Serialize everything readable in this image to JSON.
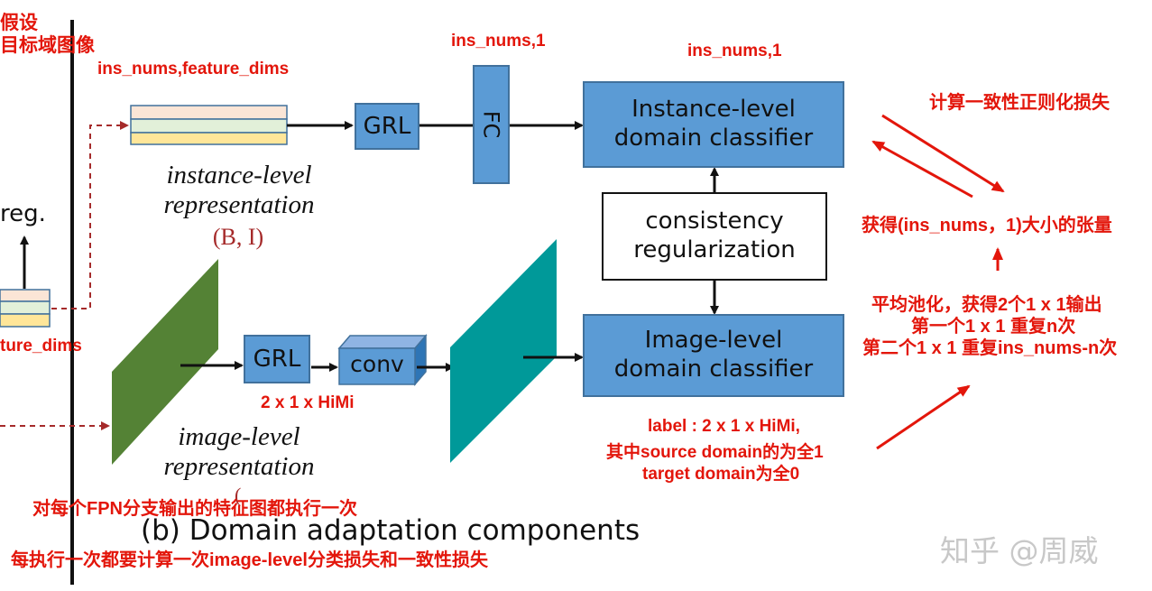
{
  "notes": {
    "assume": "假设",
    "target_domain_image": "目标域图像",
    "compute_consistency_loss": "计算一致性正则化损失",
    "get_tensor": "获得(ins_nums，1)大小的张量",
    "avg_pool": "平均池化，获得2个1 x 1输出",
    "first_repeat": "第一个1 x 1 重复n次",
    "second_repeat": "第二个1 x 1 重复ins_nums-n次",
    "label_line1": "label : 2 x 1 x HiMi,",
    "label_line2": "其中source domain的为全1",
    "label_line3": "target domain为全0",
    "per_fpn": "对每个FPN分支输出的特征图都执行一次",
    "each_time": "每执行一次都要计算一次image-level分类损失和一致性损失"
  },
  "dims": {
    "ins_feature": "ins_nums,feature_dims",
    "fc_out": "ins_nums,1",
    "inst_cls_out": "ins_nums,1",
    "conv_out": "2 x 1 x HiMi",
    "left_partial": "ture_dims"
  },
  "blocks": {
    "grl_top": "GRL",
    "fc": "FC",
    "instance_classifier": "Instance-level\ndomain classifier",
    "consistency": "consistency\nregularization",
    "image_classifier": "Image-level\ndomain classifier",
    "grl_bottom": "GRL",
    "conv": "conv"
  },
  "labels": {
    "reg": "reg.",
    "instance_rep": "instance-level\nrepresentation",
    "instance_shape": "(B, I)",
    "image_rep": "image-level\nrepresentation",
    "image_rep_partial": "(",
    "caption": "(b) Domain adaptation components",
    "watermark": "知乎 @周威"
  },
  "colors": {
    "box_fill": "#5b9bd5",
    "box_border": "#41719c",
    "annotation_red": "#e3160b",
    "dark_red": "#a52a2a",
    "image_feature_green": "#548235",
    "feature_teal": "#009999"
  }
}
